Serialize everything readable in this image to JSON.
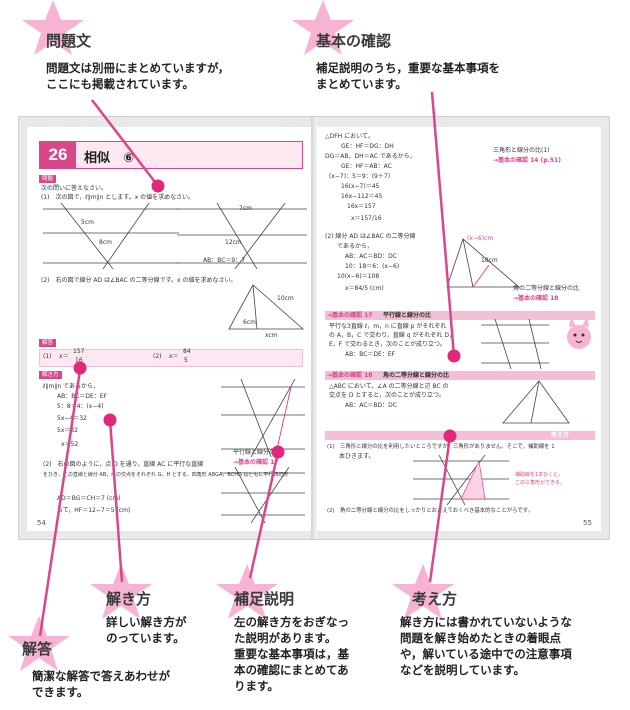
{
  "callouts": {
    "mondaibun": {
      "title": "問題文",
      "body1": "問題文は別冊にまとめていますが，",
      "body2": "ここにも掲載されています。"
    },
    "kihon": {
      "title": "基本の確認",
      "body1": "補足説明のうち，重要な基本事項を",
      "body2": "まとめています。"
    },
    "tokikata": {
      "title": "解き方",
      "body1": "詳しい解き方が",
      "body2": "のっています。"
    },
    "hosoku": {
      "title": "補足説明",
      "body1": "左の解き方をおぎなっ",
      "body2": "た説明があります。",
      "body3": "重要な基本事項は，基",
      "body4": "本の確認にまとめてあ",
      "body5": "ります。"
    },
    "kangaekata": {
      "title": "考え方",
      "body1": "解き方には書かれていないような",
      "body2": "問題を解き始めたときの着眼点",
      "body3": "や，解いている途中での注意事項",
      "body4": "などを説明しています。"
    },
    "kaito": {
      "title": "解答",
      "body1": "簡潔な解答で答えあわせが",
      "body2": "できます。"
    }
  },
  "left_page": {
    "chapter_number": "26",
    "chapter_title": "相似　⑥",
    "mondai_label": "問題",
    "mondai_intro": "次の問いに答えなさい。",
    "q1": "(1)　次の図で，ℓ∥m∥n とします。x の値を求めなさい。",
    "q1_ratio": "AB：BC＝9：7",
    "q2": "(2)　右の図で線分 AD は∠BAC の二等分線です。x の値を求めなさい。",
    "kaito_label": "解答",
    "ans1_prefix": "(1)",
    "ans1_x": "x＝",
    "ans1_frac_num": "157",
    "ans1_frac_den": "16",
    "ans2_prefix": "(2)",
    "ans2_x": "x＝",
    "ans2_frac_num": "84",
    "ans2_frac_den": "5",
    "tokikata_label": "解き方",
    "sol_lines": [
      "ℓ∥m∥n であるから，",
      "AB：BC＝DE：EF",
      "5：8＝4：(x−4)",
      "5x−4＝32",
      "5x＝32",
      "x＝52",
      "(2)　右の図のように，点 D を通り，直線 AC に平行な直線",
      "をひき，この直線と線分 AB，n の交点をそれぞれ G，H とする。四角形 ABGA，BCHG はともに平行四辺形",
      "AD＝BG＝CH＝7 (cm)",
      "って，HF＝12−7＝5 (cm)"
    ],
    "side_note1": "平行線と線分の比",
    "side_note2": "→基本の確認 17",
    "label_7cm": "7cm",
    "label_5cm": "5cm",
    "label_8cm": "8cm",
    "label_12cm": "12cm",
    "label_10cm": "10cm",
    "label_6cm": "6cm",
    "label_xcm": "xcm",
    "page_number": "54"
  },
  "right_page": {
    "intro_lines": [
      "△DFH において，",
      "GE：HF＝DG：DH",
      "DG＝AB，DH＝AC であるから，",
      "GE：HF＝AB：AC",
      "(x−7)：5＝9：(9＋7)",
      "16(x−7)＝45",
      "16x−112＝45",
      "16x＝157",
      "x＝157/16"
    ],
    "q2_lines": [
      "(2) 線分 AD は∠BAC の二等分線",
      "であるから，",
      "AB：AC＝BD：DC",
      "10：18＝6：(x−6)",
      "10(x−6)＝108",
      "x＝84/5 (cm)"
    ],
    "side_a1": "三角形と線分の比(1)",
    "side_a2": "→基本の確認 14 (p.51)",
    "side_b1": "角の二等分線と線分の比",
    "side_b2": "→基本の確認 18",
    "kihon17_label": "→基本の確認 17",
    "kihon17_title": "平行線と線分の比",
    "kihon17_lines": [
      "平行な3直線 ℓ，m，n に直線 p がそれぞれ",
      "の A，B，C で交わり，直線 q がそれぞれ D，",
      "E，F で交わるとき，次のことが成り立つ。",
      "AB：BC＝DE：EF"
    ],
    "kihon18_label": "→基本の確認 18",
    "kihon18_title": "角の二等分線と線分の比",
    "kihon18_lines": [
      "△ABC において，∠A の二等分線と辺 BC の",
      "交点を D とすると，次のことが成り立つ。",
      "AB：AC＝BD：DC"
    ],
    "kangae_label": "考え方",
    "kangae_lines": [
      "(1)　三角形と線分の比を利用したいところですが，三角形がありません。そこで，補助線を 1",
      "本ひきます。"
    ],
    "note_pink1": "補助線を1本ひくと，",
    "note_pink2": "この三角形ができる。",
    "kangae2": "(2)　角の二等分線と線分の比をしっかりとおさえておくべき基本的なことがらです。",
    "label_xminus6": "(x−6)cm",
    "label_18cm": "18cm",
    "page_number": "55"
  },
  "colors": {
    "accent": "#e0287c",
    "star": "#f7b3d2",
    "pale_pink": "#fde8f1"
  }
}
